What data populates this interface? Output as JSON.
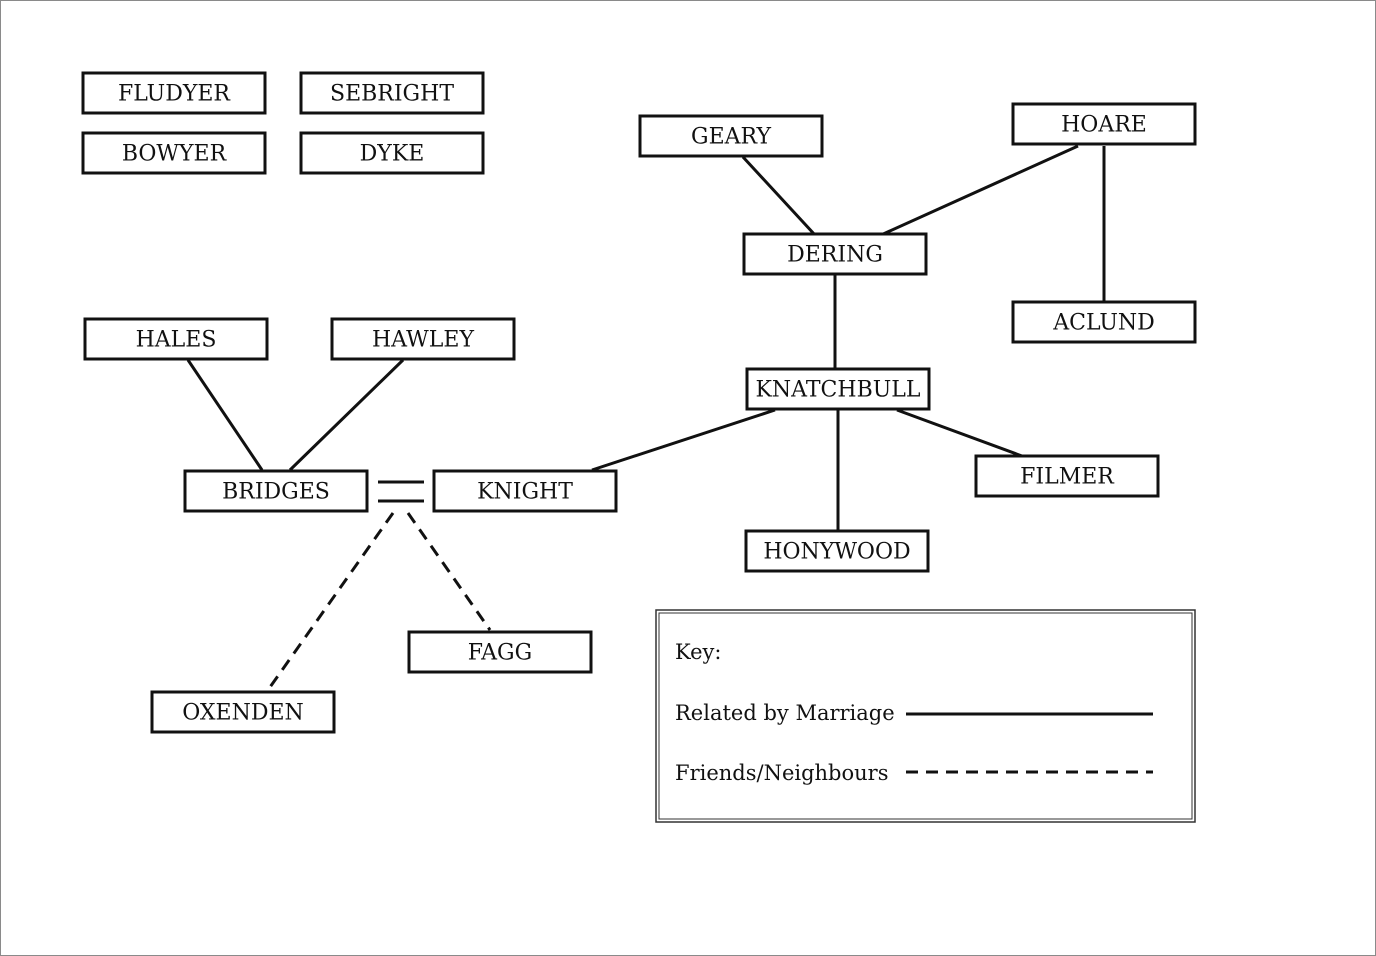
{
  "nodes": {
    "fludyer": "FLUDYER",
    "sebright": "SEBRIGHT",
    "bowyer": "BOWYER",
    "dyke": "DYKE",
    "geary": "GEARY",
    "hoare": "HOARE",
    "dering": "DERING",
    "aclund": "ACLUND",
    "hales": "HALES",
    "hawley": "HAWLEY",
    "knatchbull": "KNATCHBULL",
    "bridges": "BRIDGES",
    "knight": "KNIGHT",
    "filmer": "FILMER",
    "honywood": "HONYWOOD",
    "fagg": "FAGG",
    "oxenden": "OXENDEN"
  },
  "key": {
    "title": "Key:",
    "marriage": "Related by Marriage",
    "friends": "Friends/Neighbours"
  }
}
